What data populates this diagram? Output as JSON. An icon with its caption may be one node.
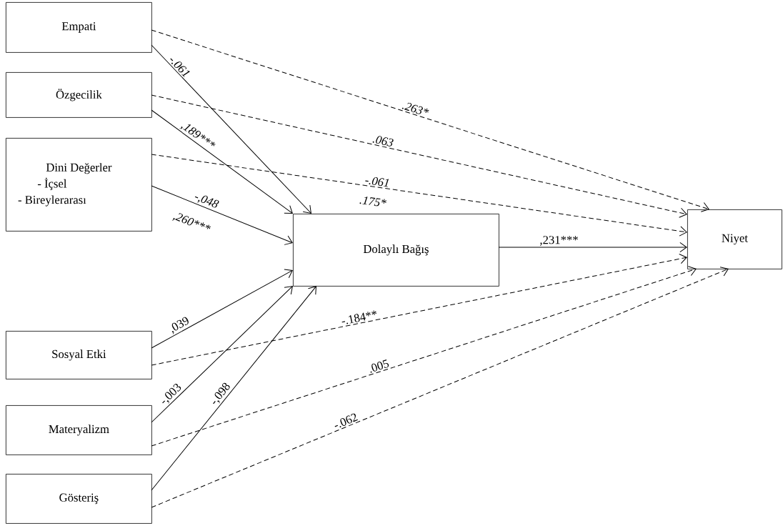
{
  "diagram": {
    "nodes": [
      {
        "text": [
          "Empati"
        ]
      },
      {
        "text": [
          "Özgecilik"
        ]
      },
      {
        "text": [
          "Dini Değerler",
          "- İçsel",
          "- Bireylerarası"
        ]
      },
      {
        "text": [
          "Dolaylı Bağış"
        ]
      },
      {
        "text": [
          "Niyet"
        ]
      },
      {
        "text": [
          "Sosyal Etki"
        ]
      },
      {
        "text": [
          "Materyalizm"
        ]
      },
      {
        "text": [
          "Gösteriş"
        ]
      }
    ],
    "edges": [
      {
        "from": 0,
        "to": 3,
        "arrow": "to",
        "label": "-.061"
      },
      {
        "from": 0,
        "to": 4,
        "arrow": "to",
        "label": ".263*",
        "style": "dashed"
      },
      {
        "from": 1,
        "to": 3,
        "arrow": "to",
        "label": ",189***"
      },
      {
        "from": 1,
        "to": 4,
        "arrow": "to",
        "label": ".063",
        "style": "dashed"
      },
      {
        "from": 2,
        "to": 3,
        "arrow": "to",
        "label": "-,048"
      },
      {
        "from": 2,
        "to": 4,
        "arrow": "to",
        "label": "-.061",
        "style": "dashed"
      },
      {
        "from": 3,
        "to": 4,
        "arrow": "to",
        "label": ",231***"
      },
      {
        "from": 5,
        "to": 3,
        "arrow": "to",
        "label": ",039"
      },
      {
        "from": 5,
        "to": 4,
        "arrow": "to",
        "label": "-.184**",
        "style": "dashed"
      },
      {
        "from": 6,
        "to": 3,
        "arrow": "to",
        "label": "-,003"
      },
      {
        "from": 6,
        "to": 4,
        "arrow": "to",
        "label": ".005",
        "style": "dashed"
      },
      {
        "from": 7,
        "to": 3,
        "arrow": "to",
        "label": "-,098"
      },
      {
        "from": 7,
        "to": 4,
        "arrow": "to",
        "label": "-.062",
        "style": "dashed"
      }
    ],
    "labels": [
      ",260***",
      ".175*"
    ]
  }
}
